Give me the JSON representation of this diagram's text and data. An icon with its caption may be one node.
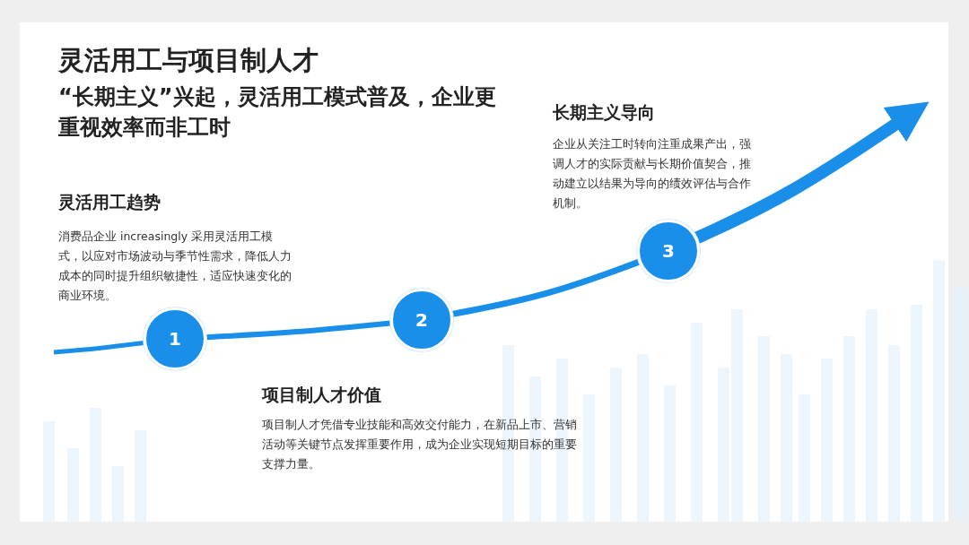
{
  "diagram": {
    "title": "灵活用工与项目制人才",
    "nodes": [
      {
        "text": [
          "1"
        ]
      },
      {
        "text": [
          "2"
        ]
      },
      {
        "text": [
          "3"
        ]
      }
    ],
    "edges": [
      {
        "from": null,
        "to": 0,
        "arrow": "none"
      },
      {
        "from": 0,
        "to": 1,
        "arrow": "none"
      },
      {
        "from": 1,
        "to": 2,
        "arrow": "none"
      },
      {
        "from": 2,
        "to": null,
        "arrow": "to",
        "style": "thick"
      }
    ],
    "labels": [
      "“长期主义”兴起，灵活用工模式普及，企业更重视效率而非工时",
      "长期主义导向",
      "企业从关注工时转向注重成果产出，强调人才的实际贡献与长期价值契合，推动建立以结果为导向的绩效评估与合作机制。",
      "灵活用工趋势",
      "消费品企业 increasingly 采用灵活用工模式，以应对市场波动与季节性需求，降低人力成本的同时提升组织敏捷性，适应快速变化的商业环境。",
      "项目制人才价值",
      "项目制人才凭借专业技能和高效交付能力，在新品上市、营销活动等关键节点发挥重要作用，成为企业实现短期目标的重要支撑力量。"
    ]
  }
}
